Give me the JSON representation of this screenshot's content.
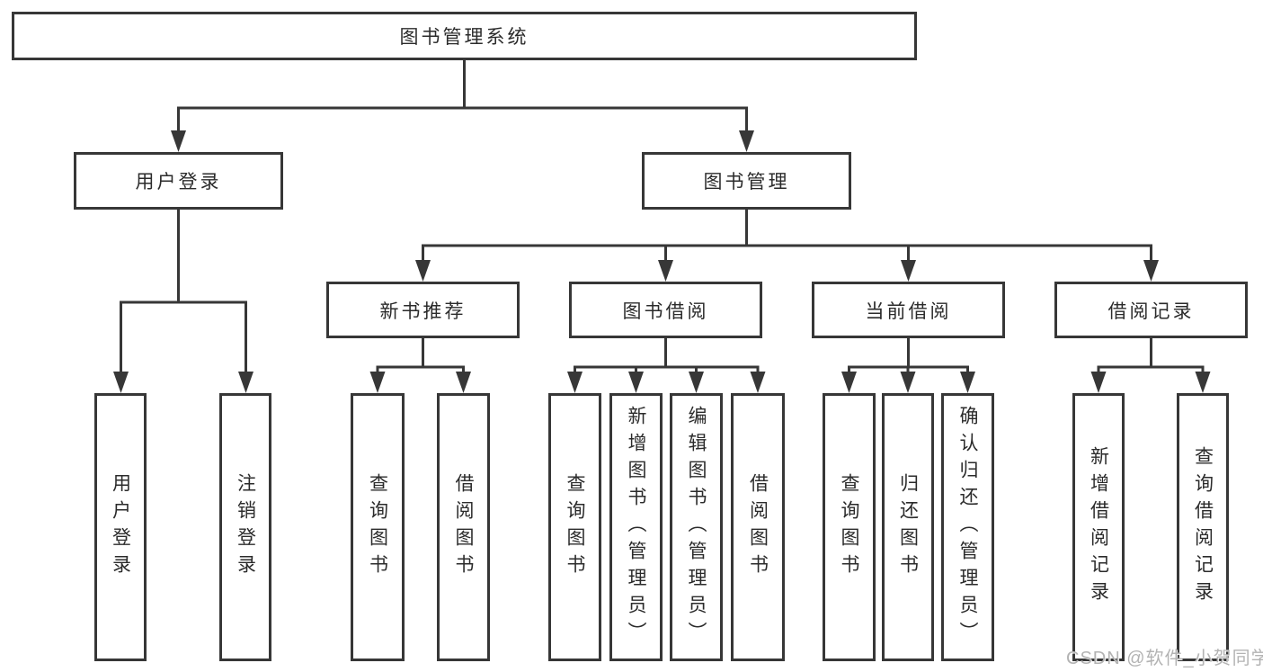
{
  "diagram": {
    "root": {
      "label": "图书管理系统"
    },
    "branches": [
      {
        "label": "用户登录",
        "leaves": [
          "用户登录",
          "注销登录"
        ]
      },
      {
        "label": "图书管理",
        "children": [
          {
            "label": "新书推荐",
            "leaves": [
              "查询图书",
              "借阅图书"
            ]
          },
          {
            "label": "图书借阅",
            "leaves": [
              "查询图书",
              "新增图书（管理员）",
              "编辑图书（管理员）",
              "借阅图书"
            ]
          },
          {
            "label": "当前借阅",
            "leaves": [
              "查询图书",
              "归还图书",
              "确认归还（管理员）"
            ]
          },
          {
            "label": "借阅记录",
            "leaves": [
              "新增借阅记录",
              "查询借阅记录"
            ]
          }
        ]
      }
    ]
  },
  "colors": {
    "line": "#373737",
    "text": "#2b2b2b",
    "watermark": "#b3b3b3",
    "background": "#ffffff"
  },
  "watermark": {
    "text": "CSDN @软件_小贺同学"
  }
}
